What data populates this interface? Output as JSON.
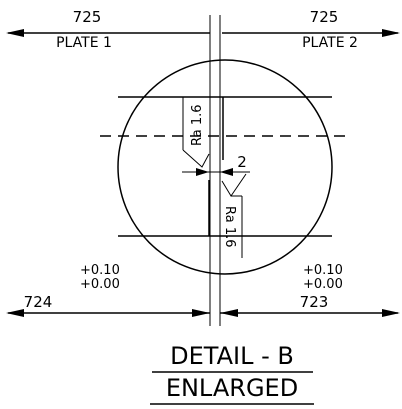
{
  "top_left_dimension": "725",
  "top_left_label": "PLATE 1",
  "top_right_dimension": "725",
  "top_right_label": "PLATE 2",
  "surface_finish_upper": "Ra 1.6",
  "surface_finish_lower": "Ra 1.6",
  "gap_dimension": "2",
  "left_tolerance_upper": "+0.10",
  "left_tolerance_lower": "+0.00",
  "right_tolerance_upper": "+0.10",
  "right_tolerance_lower": "+0.00",
  "bottom_left_dimension": "724",
  "bottom_right_dimension": "723",
  "detail_title": "DETAIL - B",
  "detail_subtitle": "ENLARGED"
}
